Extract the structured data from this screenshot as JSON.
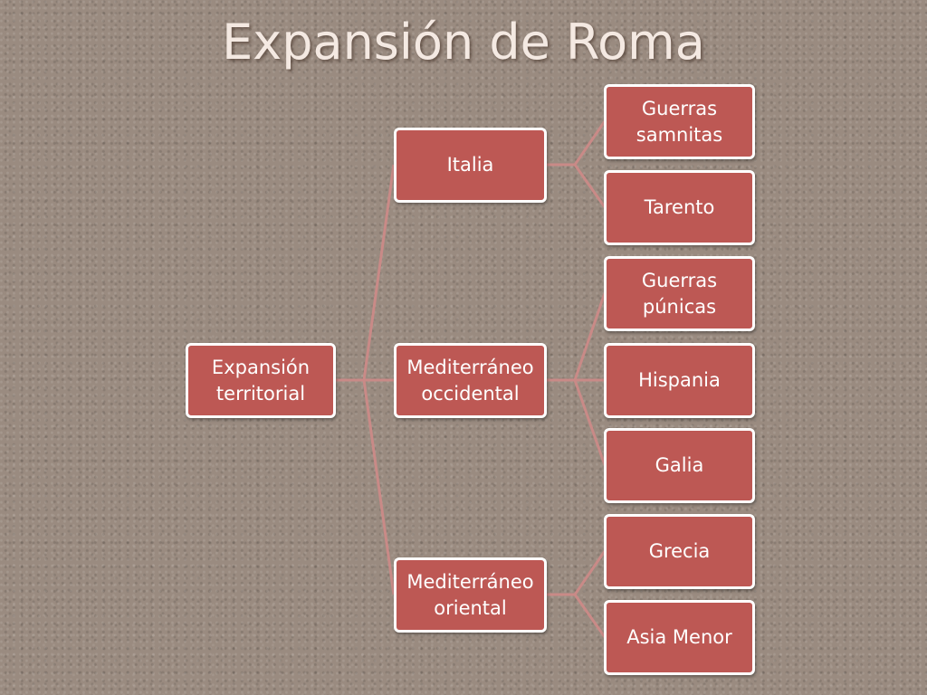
{
  "title": "Expansión de Roma",
  "colors": {
    "node_fill": "#bd5854",
    "node_border": "#ffffff",
    "connector": "#c98a87",
    "title_text": "#f4e9e2"
  },
  "tree": {
    "root": {
      "label": "Expansión\nterritorial"
    },
    "branches": [
      {
        "label": "Italia",
        "children": [
          "Guerras\nsamnitas",
          "Tarento"
        ]
      },
      {
        "label": "Mediterráneo\noccidental",
        "children": [
          "Guerras\npúnicas",
          "Hispania",
          "Galia"
        ]
      },
      {
        "label": "Mediterráneo\noriental",
        "children": [
          "Grecia",
          "Asia Menor"
        ]
      }
    ]
  }
}
